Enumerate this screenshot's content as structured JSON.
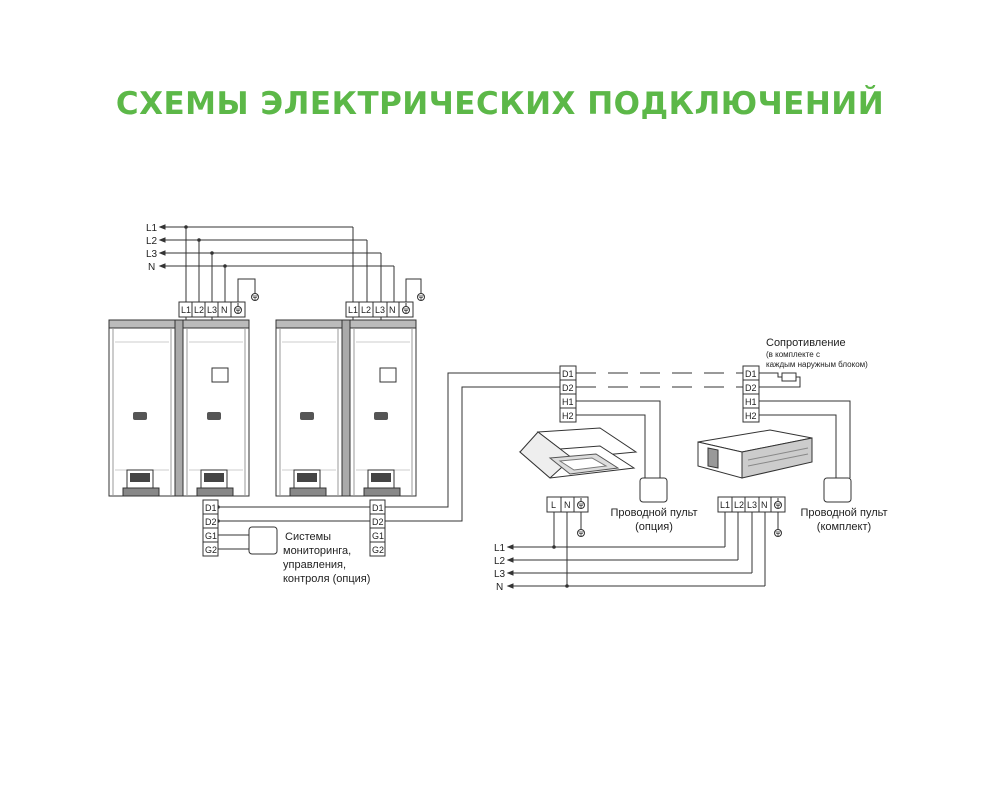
{
  "title": "СХЕМЫ ЭЛЕКТРИЧЕСКИХ ПОДКЛЮЧЕНИЙ",
  "colors": {
    "title": "#5cb848",
    "lines": "#333333"
  },
  "power_lines": {
    "L1": "L1",
    "L2": "L2",
    "L3": "L3",
    "N": "N"
  },
  "terminals": {
    "outdoor_power": [
      "L1",
      "L2",
      "L3",
      "N"
    ],
    "signal": [
      "D1",
      "D2",
      "G1",
      "G2"
    ],
    "indoor_signal": [
      "D1",
      "D2",
      "H1",
      "H2"
    ],
    "indoor1_power": [
      "L",
      "N"
    ],
    "indoor2_power": [
      "L1",
      "L2",
      "L3",
      "N"
    ]
  },
  "labels": {
    "monitoring": [
      "Системы",
      "мониторинга,",
      "управления,",
      "контроля (опция)"
    ],
    "resistor_title": "Сопротивление",
    "resistor_note": [
      "(в комплекте с",
      "каждым наружным блоком)"
    ],
    "remote1": [
      "Проводной пульт",
      "(опция)"
    ],
    "remote2": [
      "Проводной пульт",
      "(комплект)"
    ]
  }
}
